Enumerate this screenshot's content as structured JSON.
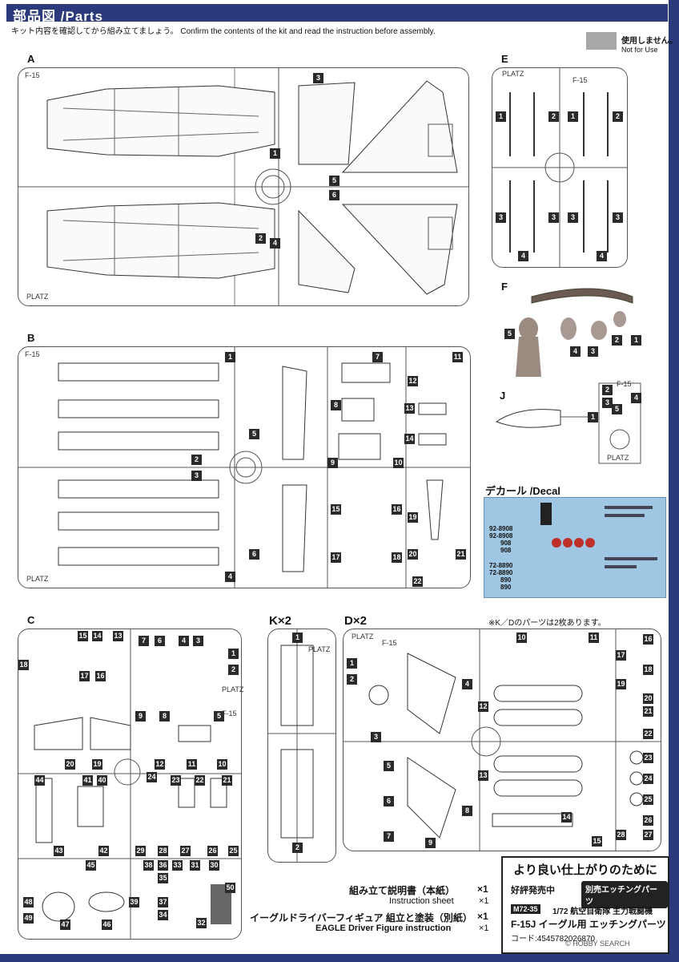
{
  "header": {
    "title": "部品図 /Parts"
  },
  "intro": "キット内容を確認してから組み立てましょう。 Confirm the contents of the kit and read the instruction before assembly.",
  "not_for_use": {
    "jp": "使用しません。",
    "en": "Not for Use"
  },
  "sections": {
    "A": {
      "label": "A",
      "tag": "F-15",
      "brand": "PLATZ",
      "nums": [
        "1",
        "2",
        "3",
        "4",
        "5",
        "6"
      ]
    },
    "B": {
      "label": "B",
      "tag": "F-15",
      "brand": "PLATZ",
      "nums": [
        "1",
        "2",
        "3",
        "4",
        "5",
        "6",
        "7",
        "8",
        "9",
        "10",
        "11",
        "12",
        "13",
        "14",
        "15",
        "16",
        "17",
        "18",
        "19",
        "20",
        "21",
        "22"
      ]
    },
    "C": {
      "label": "C",
      "tag": "F-15",
      "brand": "PLATZ",
      "nums": [
        "1",
        "2",
        "3",
        "4",
        "5",
        "6",
        "7",
        "8",
        "9",
        "10",
        "11",
        "12",
        "13",
        "14",
        "15",
        "16",
        "17",
        "18",
        "19",
        "20",
        "21",
        "22",
        "23",
        "24",
        "25",
        "26",
        "27",
        "28",
        "29",
        "30",
        "31",
        "32",
        "33",
        "34",
        "35",
        "36",
        "37",
        "38",
        "39",
        "40",
        "41",
        "42",
        "43",
        "44",
        "45",
        "46",
        "47",
        "48",
        "49",
        "50"
      ]
    },
    "E": {
      "label": "E",
      "tag": "F-15",
      "brand": "PLATZ",
      "nums": [
        "1",
        "2",
        "1",
        "2",
        "3",
        "3",
        "3",
        "3",
        "4",
        "4"
      ]
    },
    "F": {
      "label": "F",
      "nums": [
        "5",
        "4",
        "3",
        "2",
        "1"
      ]
    },
    "J": {
      "label": "J",
      "tag": "F-15",
      "brand": "PLATZ",
      "nums": [
        "1",
        "2",
        "3",
        "4",
        "5"
      ]
    },
    "K": {
      "label": "K×2",
      "brand": "PLATZ",
      "nums": [
        "1",
        "2"
      ]
    },
    "D": {
      "label": "D×2",
      "tag": "F-15",
      "brand": "PLATZ",
      "nums": [
        "1",
        "2",
        "3",
        "4",
        "5",
        "6",
        "7",
        "8",
        "9",
        "10",
        "11",
        "12",
        "13",
        "14",
        "15",
        "16",
        "17",
        "18",
        "19",
        "20",
        "21",
        "22",
        "23",
        "24",
        "25",
        "26",
        "27",
        "28"
      ]
    }
  },
  "decal": {
    "label": "デカール /Decal",
    "codes": [
      "92-8908",
      "92-8908",
      "908",
      "908",
      "72-8890",
      "72-8890",
      "890",
      "890"
    ]
  },
  "note_kd": "※K／Dのパーツは2枚あります。",
  "instructions": [
    {
      "text": "組み立て説明書（本紙）",
      "qty": "×1"
    },
    {
      "text": "Instruction sheet",
      "qty": "×1"
    },
    {
      "text": "イーグルドライバーフィギュア 組立と塗装（別紙）",
      "qty": "×1"
    },
    {
      "text": "EAGLE Driver Figure instruction",
      "qty": "×1"
    }
  ],
  "ad": {
    "title": "より良い仕上がりのために",
    "sub": "好評発売中",
    "badge": "別売エッチングパーツ",
    "code": "M72-35",
    "line1": "1/72 航空自衛隊 主力戦闘機",
    "line2": "F-15J イーグル用 エッチングパーツ",
    "line3": "コード:4545782026870"
  },
  "watermark": "© HOBBY SEARCH"
}
